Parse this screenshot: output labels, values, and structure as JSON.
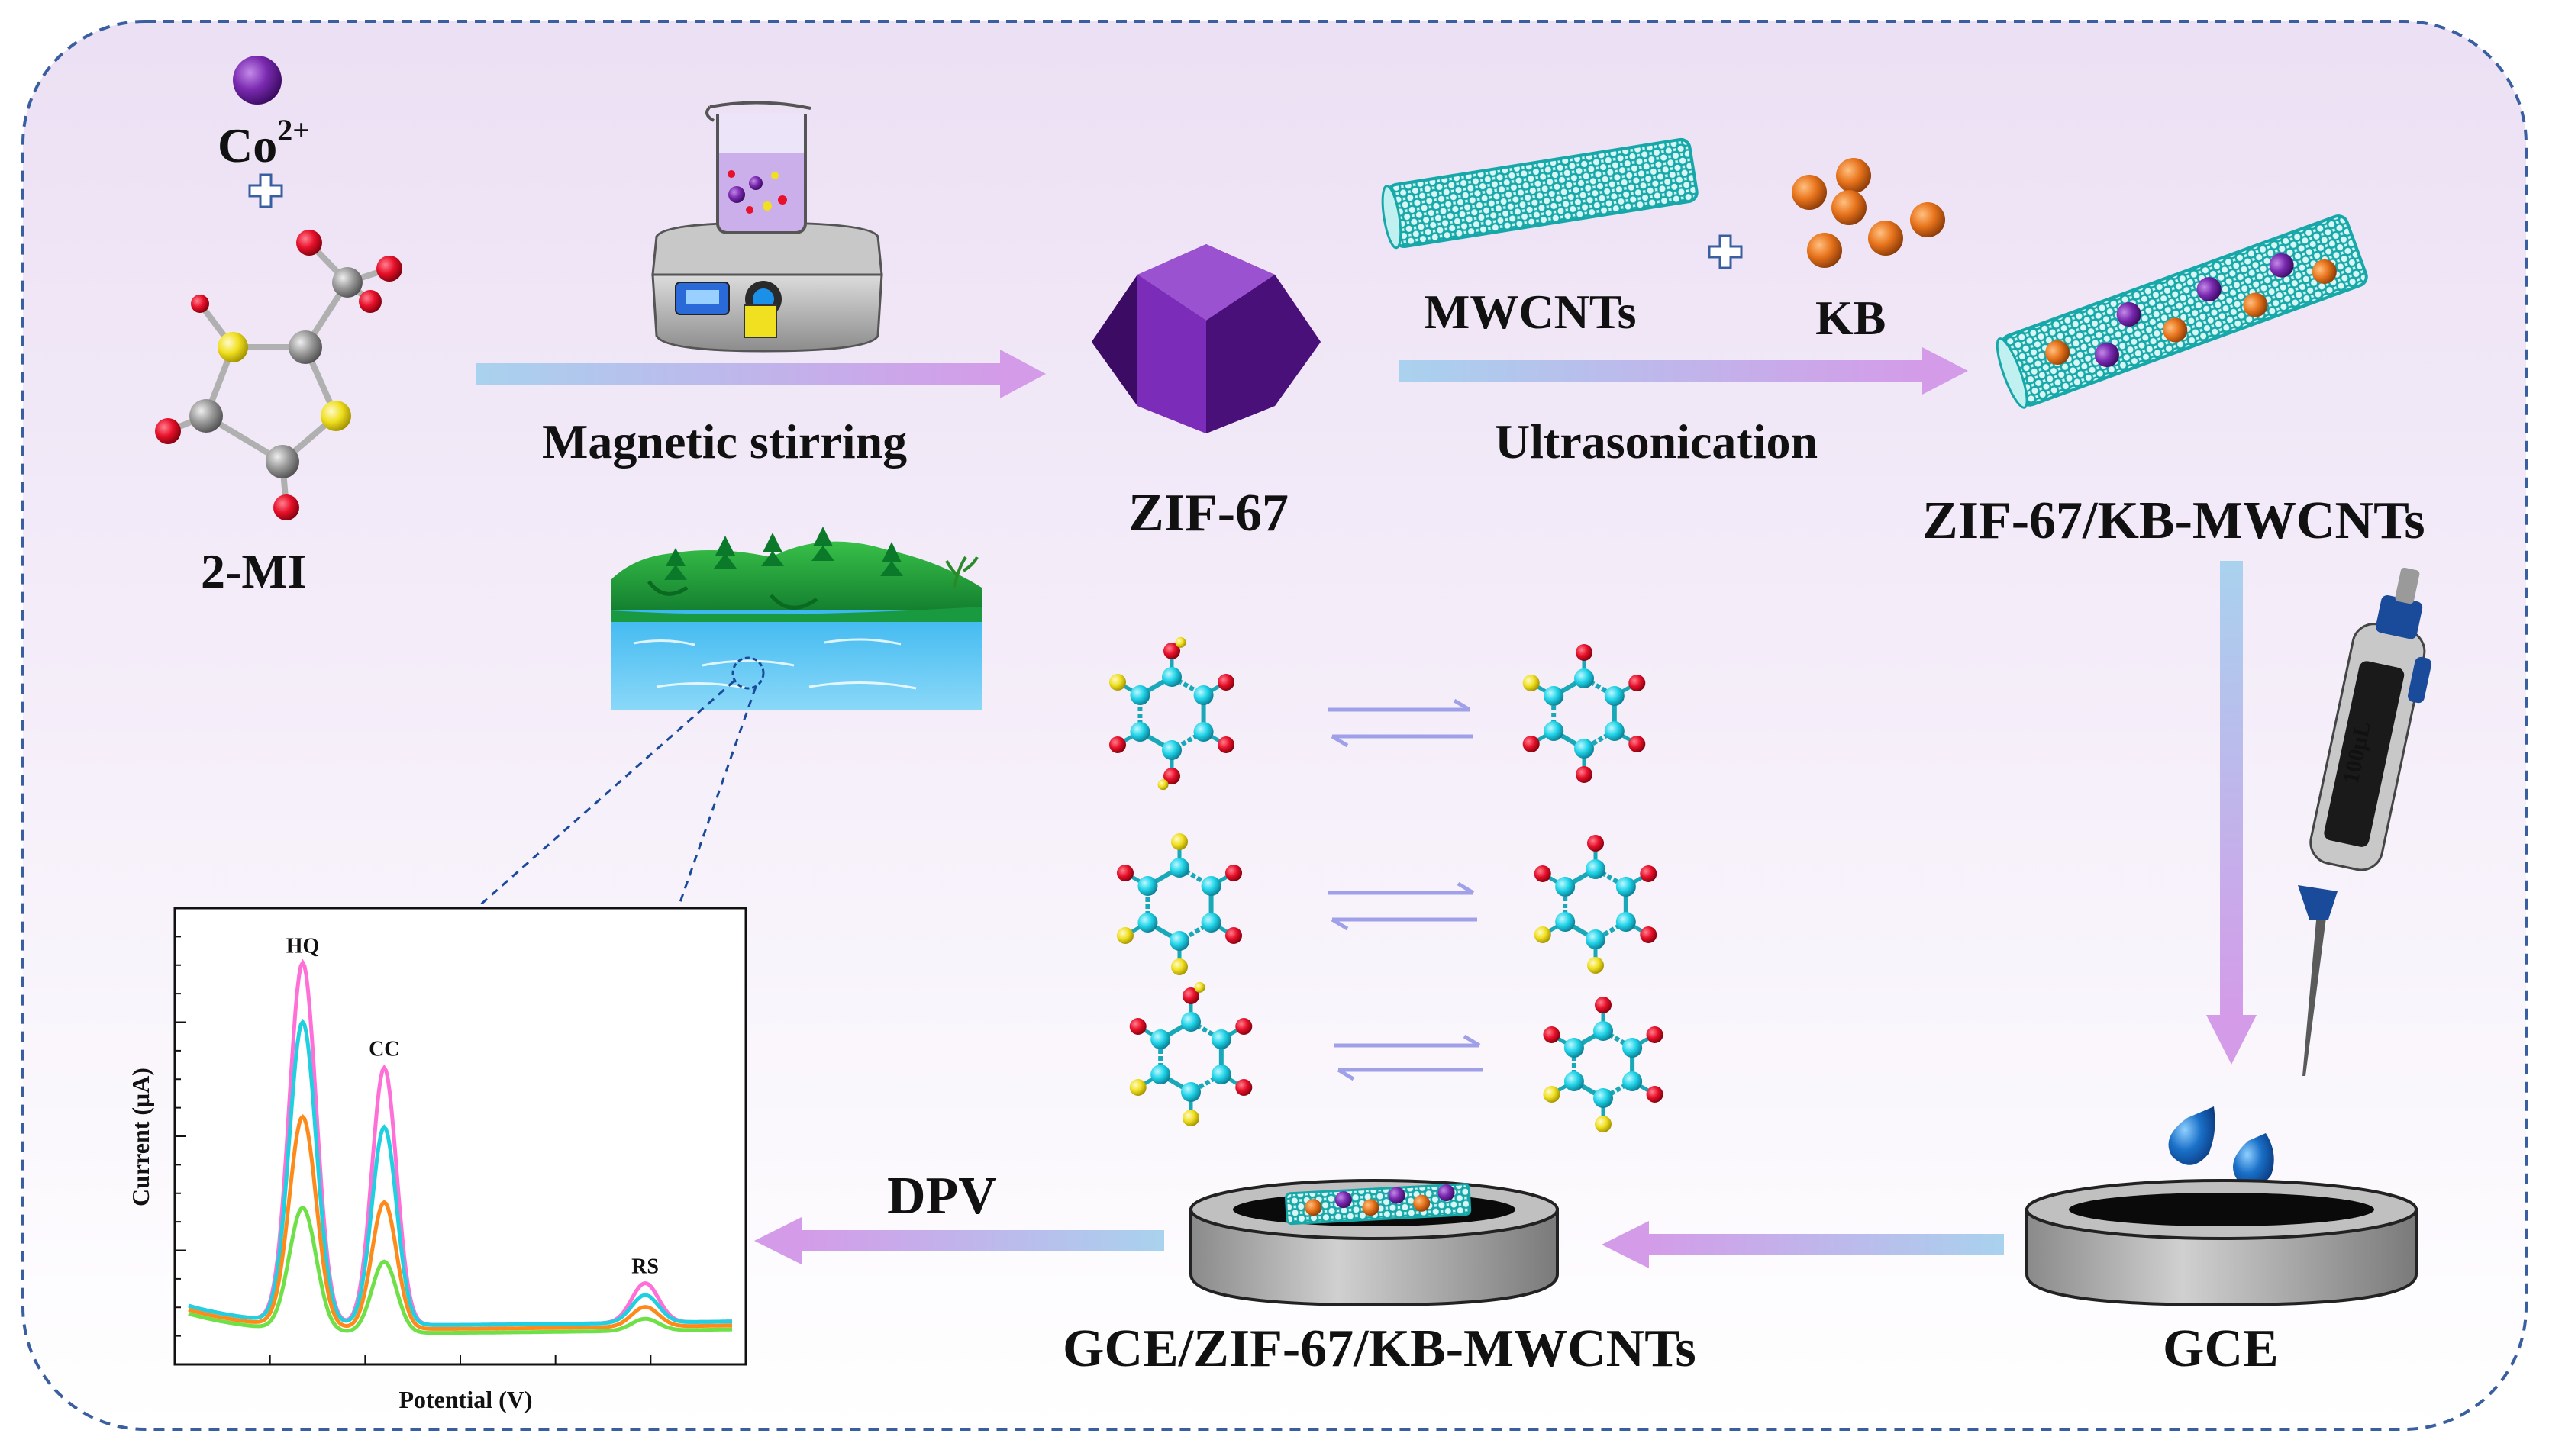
{
  "labels": {
    "co": "Co",
    "co_sup": "2+",
    "mi": "2-MI",
    "stir": "Magnetic stirring",
    "zif": "ZIF-67",
    "mwcnt": "MWCNTs",
    "kb": "KB",
    "ultra": "Ultrasonication",
    "composite": "ZIF-67/KB-MWCNTs",
    "gce": "GCE",
    "gce_mod": "GCE/ZIF-67/KB-MWCNTs",
    "dpv": "DPV",
    "pipette": "100μL"
  },
  "chart_data": {
    "type": "line",
    "xlabel": "Potential (V)",
    "ylabel": "Current (μA)",
    "peaks": [
      {
        "label": "HQ"
      },
      {
        "label": "CC"
      },
      {
        "label": "RS"
      }
    ],
    "series": [
      {
        "color": "#ff6fd8",
        "values": [
          0.05,
          0.96,
          0.7,
          0.15
        ]
      },
      {
        "color": "#1fd0e0",
        "values": [
          0.05,
          0.81,
          0.55,
          0.12
        ]
      },
      {
        "color": "#ff8a1c",
        "values": [
          0.04,
          0.57,
          0.36,
          0.09
        ]
      },
      {
        "color": "#70e048",
        "values": [
          0.03,
          0.34,
          0.21,
          0.06
        ]
      }
    ]
  },
  "colors": {
    "frame": "#3a5fa0",
    "arrow_start": "#a9d2ee",
    "arrow_end": "#d49be8",
    "zif": "#7b2cb8",
    "carbon": "#20c0c0",
    "kb": "#e8741c",
    "cobalt": "#7a2ab0",
    "oxygen": "#e8102a",
    "sulfur": "#f0e020",
    "carbon_atom": "#9a9a9a",
    "cyan_atom": "#20d4e8"
  }
}
